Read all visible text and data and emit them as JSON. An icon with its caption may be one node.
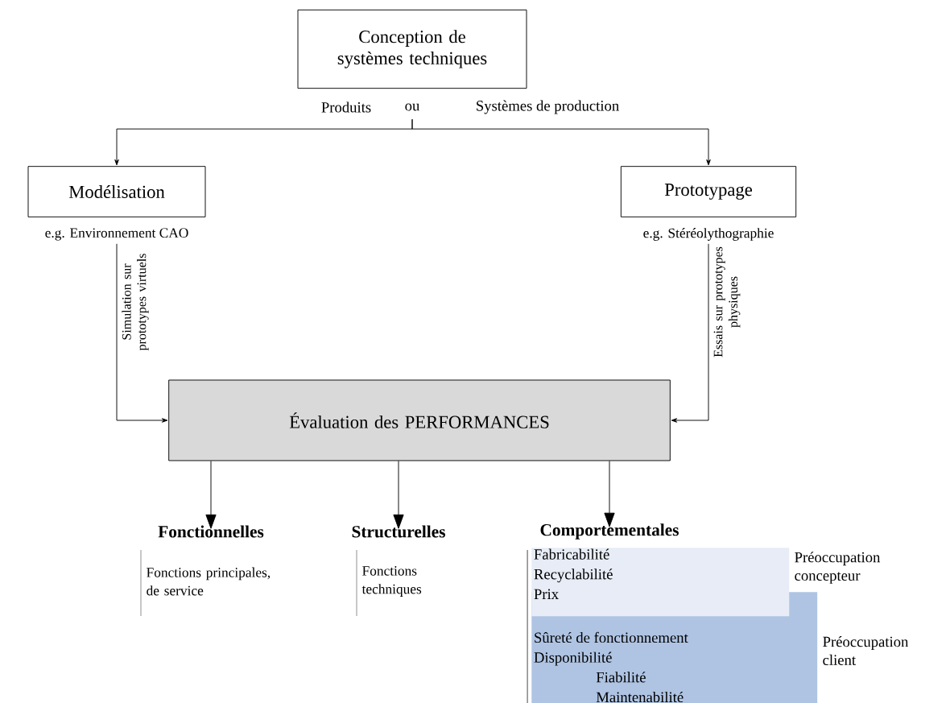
{
  "diagram": {
    "nodes": [
      {
        "text": [
          "Conception de systèmes techniques"
        ]
      },
      {
        "text": [
          "Modélisation"
        ],
        "beside": [
          "e.g. Environnement CAO"
        ]
      },
      {
        "text": [
          "Prototypage"
        ],
        "beside": [
          "e.g. Stéréolythographie"
        ]
      },
      {
        "text": [
          "Évaluation des PERFORMANCES"
        ]
      },
      {
        "text": [
          "Fonctionnelles"
        ]
      },
      {
        "text": [
          "Structurelles"
        ]
      },
      {
        "text": [
          "Comportementales"
        ]
      },
      {
        "text": [
          "Fabricabilité",
          "Recyclabilité",
          "Prix"
        ],
        "beside": [
          "Préoccupation concepteur"
        ]
      },
      {
        "text": [
          "Sûreté de fonctionnement",
          "Disponibilité",
          "Fiabilité",
          "Maintenabilité"
        ],
        "beside": [
          "Préoccupation client"
        ]
      }
    ],
    "edges": [
      {
        "from": 0,
        "to": 1,
        "arrow": "to"
      },
      {
        "from": 0,
        "to": 2,
        "arrow": "to"
      },
      {
        "from": 1,
        "to": 3,
        "arrow": "to",
        "label": "Simulation sur prototypes virtuels"
      },
      {
        "from": 2,
        "to": 3,
        "arrow": "to",
        "label": "Essais sur prototypes physiques"
      },
      {
        "from": 3,
        "to": 4,
        "arrow": "to"
      },
      {
        "from": 3,
        "to": 5,
        "arrow": "to"
      },
      {
        "from": 3,
        "to": 6,
        "arrow": "to"
      }
    ],
    "labels": [
      "Produits",
      "ou",
      "Systèmes de production",
      "Fonctions principales, de service",
      "Fonctions techniques"
    ]
  }
}
